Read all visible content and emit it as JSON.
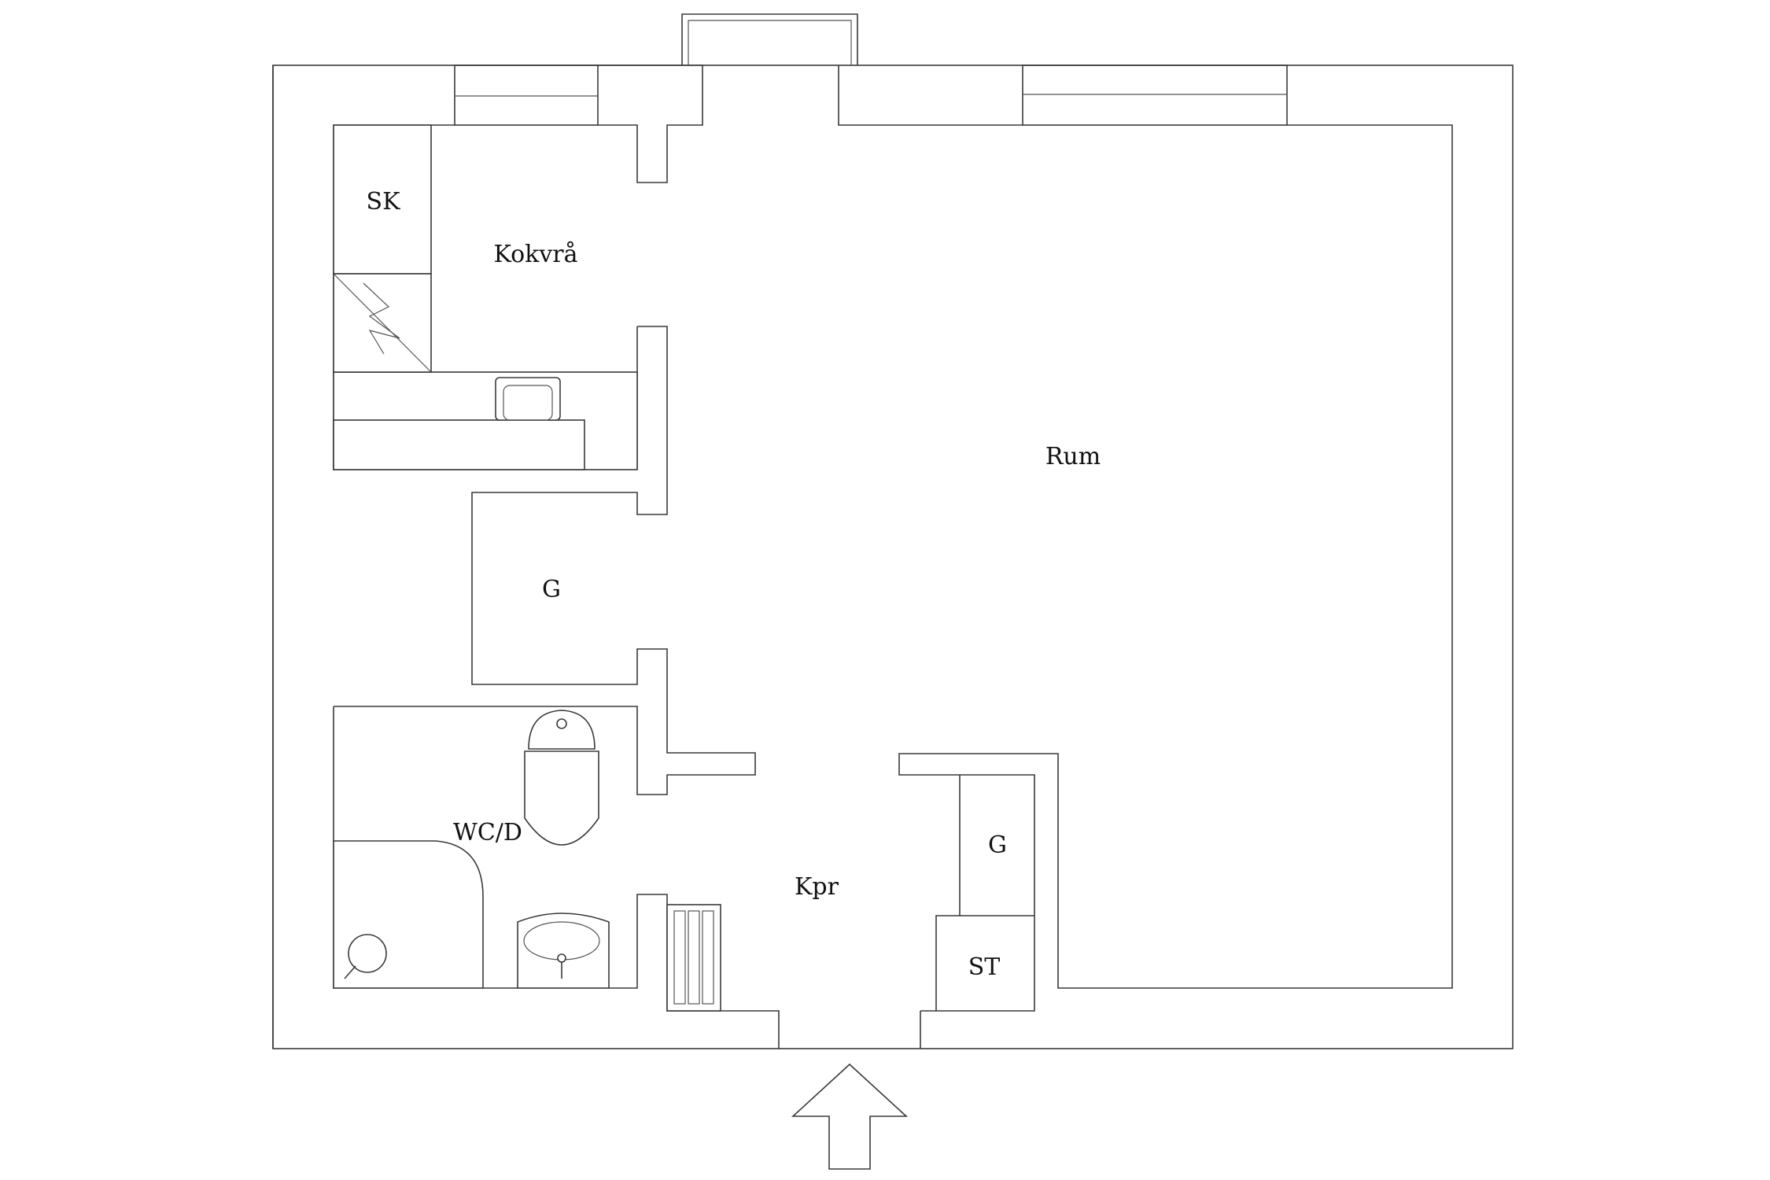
{
  "rooms": {
    "sk": "SK",
    "kokvra": "Kokvrå",
    "rum": "Rum",
    "g_left": "G",
    "wc_d": "WC/D",
    "kpr": "Kpr",
    "g_right": "G",
    "st": "ST"
  },
  "icons": {
    "entrance": "entrance-arrow-icon",
    "stove": "stove-icon",
    "sink": "kitchen-sink-icon",
    "toilet": "toilet-icon",
    "washbasin": "washbasin-icon",
    "shower": "shower-icon",
    "radiator": "radiator-icon"
  }
}
